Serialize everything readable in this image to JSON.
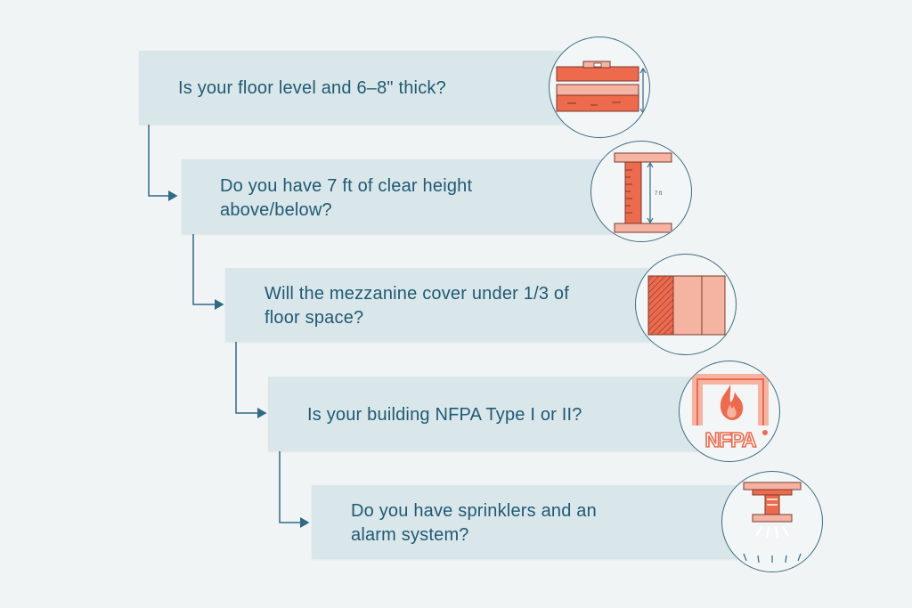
{
  "steps": [
    {
      "question": "Is your floor level and 6–8\" thick?",
      "icon": "floor-thickness-icon"
    },
    {
      "question": "Do you have 7 ft of clear height above/below?",
      "icon": "clear-height-icon",
      "icon_label": "7 ft"
    },
    {
      "question": "Will the mezzanine cover under 1/3 of floor space?",
      "icon": "floor-space-icon"
    },
    {
      "question": "Is your building NFPA Type I or II?",
      "icon": "nfpa-logo-icon",
      "icon_label": "NFPA"
    },
    {
      "question": "Do you have sprinklers and an alarm system?",
      "icon": "sprinkler-icon"
    }
  ],
  "colors": {
    "background": "#f1f4f5",
    "box": "#d9e6ea",
    "text": "#1f5a73",
    "connector": "#2f6a86",
    "accent": "#ee6a4c",
    "accent_light": "#f5b3a2"
  }
}
